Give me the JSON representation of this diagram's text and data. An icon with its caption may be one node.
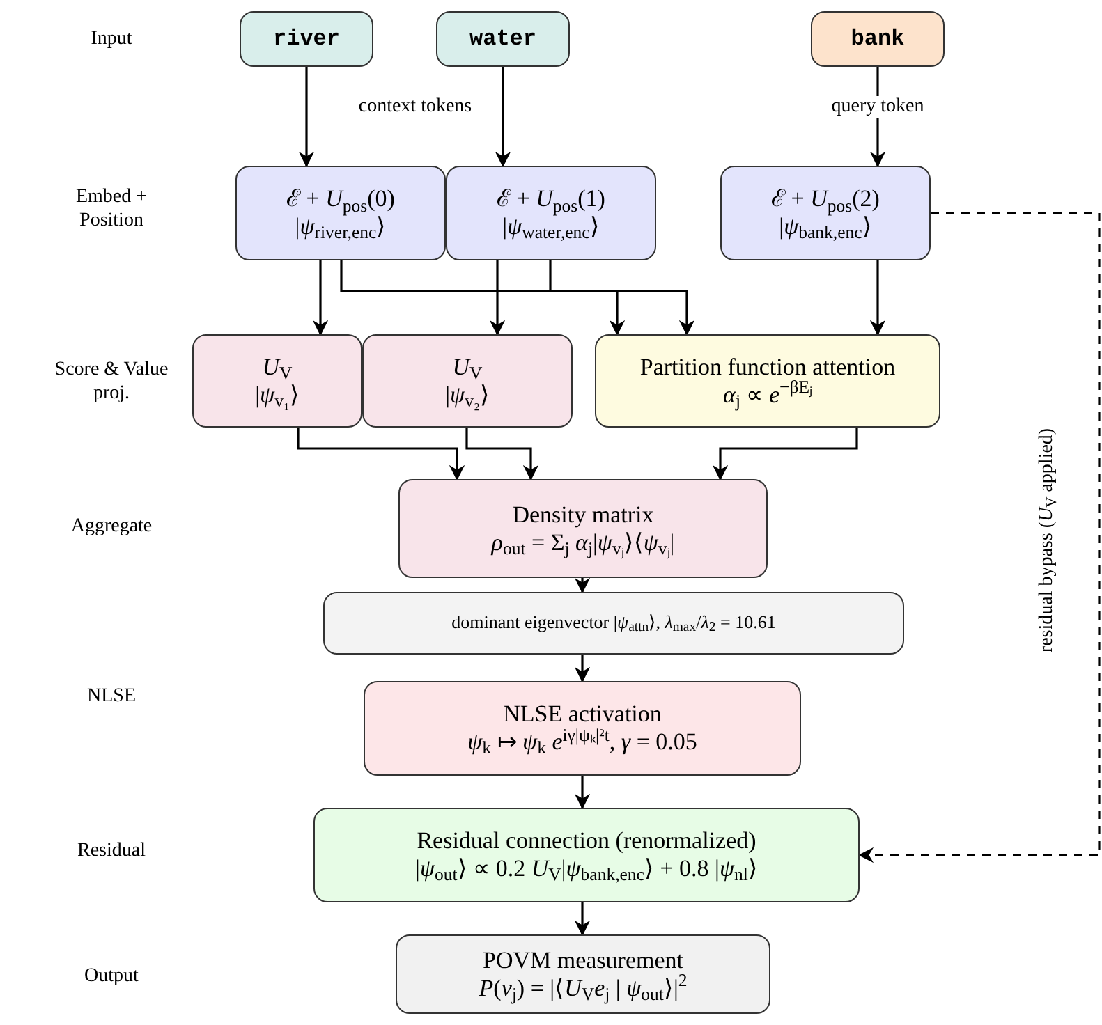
{
  "diagram": {
    "nodes": [
      {
        "text": [
          "river"
        ]
      },
      {
        "text": [
          "water"
        ]
      },
      {
        "text": [
          "bank"
        ]
      },
      {
        "text": [
          "ℰ + *U*$_{pos}$(0)",
          "|*ψ*$_{river,enc}$⟩"
        ]
      },
      {
        "text": [
          "ℰ + *U*$_{pos}$(1)",
          "|*ψ*$_{water,enc}$⟩"
        ]
      },
      {
        "text": [
          "ℰ + *U*$_{pos}$(2)",
          "|*ψ*$_{bank,enc}$⟩"
        ]
      },
      {
        "text": [
          "*U*$_{V}$",
          "|*ψ*$_{v₁}$⟩"
        ]
      },
      {
        "text": [
          "*U*$_{V}$",
          "|*ψ*$_{v₂}$⟩"
        ]
      },
      {
        "text": [
          "Partition function attention",
          "*α*$_{j}$ ∝ *e*$^{−βEⱼ}$"
        ]
      },
      {
        "text": [
          "Density matrix",
          "*ρ*$_{out}$ = Σ$_{j}$ *α*$_{j}$|*ψ*$_{vⱼ}$⟩⟨*ψ*$_{vⱼ}$|"
        ]
      },
      {
        "text": [
          "dominant eigenvector |*ψ*$_{attn}$⟩,  *λ*$_{max}$/*λ*$_{2}$ = 10.61"
        ]
      },
      {
        "text": [
          "NLSE activation",
          "*ψ*$_{k}$ ↦ *ψ*$_{k}$ *e*$^{iγ|ψₖ|²t}$,  *γ* = 0.05"
        ]
      },
      {
        "text": [
          "Residual connection (renormalized)",
          "|*ψ*$_{out}$⟩ ∝ 0.2 *U*$_{V}$|*ψ*$_{bank,enc}$⟩ + 0.8 |*ψ*$_{nl}$⟩"
        ]
      },
      {
        "text": [
          "POVM measurement",
          "*P*(*v*$_{j}$) = |⟨*U*$_{V}$*e*$_{j}$ | *ψ*$_{out}$⟩|$^{2}$"
        ]
      }
    ],
    "edges": [
      {
        "from": 0,
        "to": 3,
        "arrow": "to",
        "label": "context tokens"
      },
      {
        "from": 1,
        "to": 4,
        "arrow": "to"
      },
      {
        "from": 2,
        "to": 5,
        "arrow": "to",
        "label": "query token"
      },
      {
        "from": 3,
        "to": 6,
        "arrow": "to"
      },
      {
        "from": 4,
        "to": 7,
        "arrow": "to"
      },
      {
        "from": 3,
        "to": 8,
        "arrow": "to"
      },
      {
        "from": 4,
        "to": 8,
        "arrow": "to"
      },
      {
        "from": 5,
        "to": 8,
        "arrow": "to"
      },
      {
        "from": 6,
        "to": 9,
        "arrow": "to"
      },
      {
        "from": 7,
        "to": 9,
        "arrow": "to"
      },
      {
        "from": 8,
        "to": 9,
        "arrow": "to"
      },
      {
        "from": 9,
        "to": 10,
        "arrow": "to"
      },
      {
        "from": 10,
        "to": 11,
        "arrow": "to"
      },
      {
        "from": 11,
        "to": 12,
        "arrow": "to"
      },
      {
        "from": 12,
        "to": 13,
        "arrow": "to"
      },
      {
        "from": 5,
        "to": 12,
        "arrow": "to",
        "style": "dashed",
        "label": "residual bypass (*U*$_{V}$ applied)"
      }
    ],
    "labels": [
      "Input",
      "Embed + Position",
      "Score & Value proj.",
      "Aggregate",
      "NLSE",
      "Residual",
      "Output"
    ]
  }
}
